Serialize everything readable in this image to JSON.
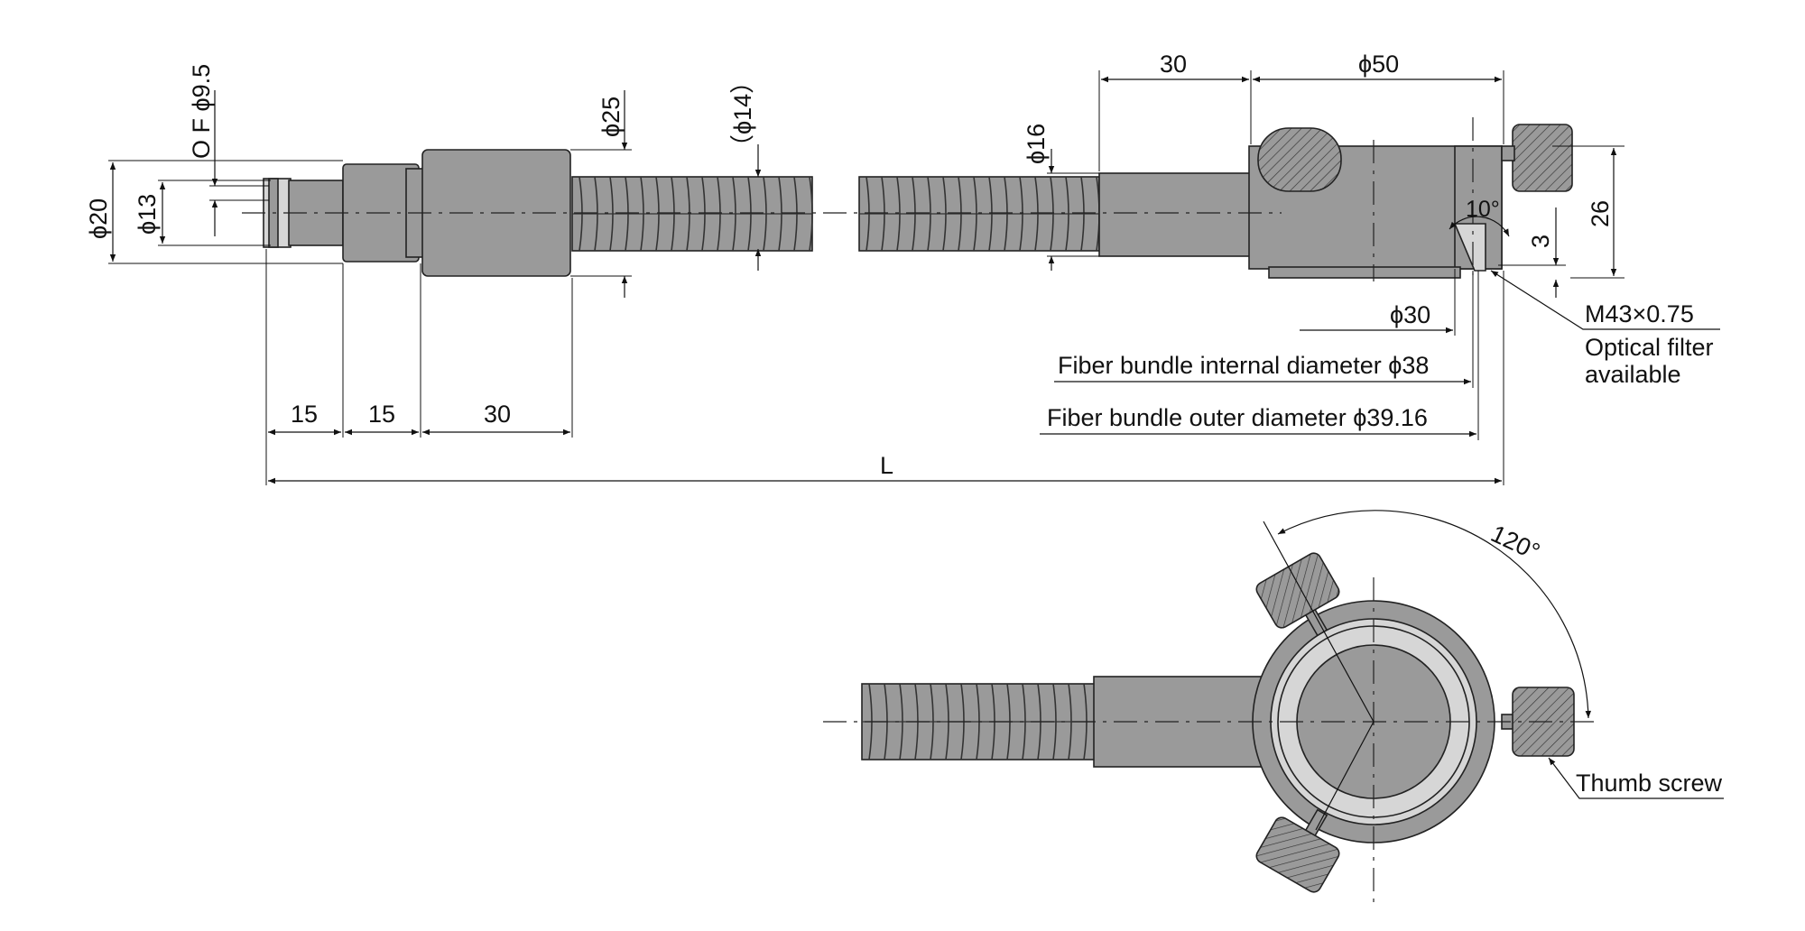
{
  "dimensions": {
    "of_diameter": "O F ϕ9.5",
    "d20": "ϕ20",
    "d13": "ϕ13",
    "d25": "ϕ25",
    "d14": "（ϕ14）",
    "d16": "ϕ16",
    "len30_top": "30",
    "d50": "ϕ50",
    "angle10": "10°",
    "h26": "26",
    "h3": "3",
    "d30": "ϕ30",
    "thread": "M43×0.75",
    "len15_a": "15",
    "len15_b": "15",
    "len30_bottom": "30",
    "total_length": "L",
    "angle120": "120°"
  },
  "callouts": {
    "filter_line1": "Optical filter",
    "filter_line2": "available",
    "fiber_inner": "Fiber bundle internal diameter ϕ38",
    "fiber_outer": "Fiber bundle outer diameter ϕ39.16",
    "thumb_screw": "Thumb screw"
  }
}
